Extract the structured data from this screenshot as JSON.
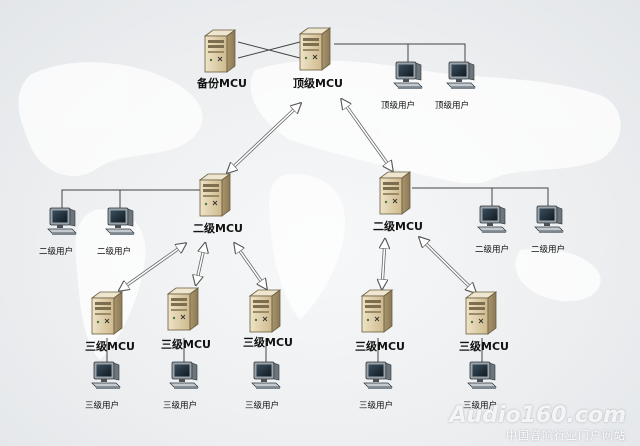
{
  "diagram": {
    "backup_mcu": "备份MCU",
    "top_mcu": "顶级MCU",
    "top_user": "顶级用户",
    "second_mcu": "二级MCU",
    "second_user": "二级用户",
    "third_mcu": "三级MCU",
    "third_user": "三级用户"
  },
  "watermark": {
    "site": "Audio160.com",
    "tagline": "中国音响行业门户网站"
  },
  "colors": {
    "server_face": "#d9c9a3",
    "server_side": "#b8a47e",
    "link_line": "#444444",
    "arrow": "#555555"
  }
}
